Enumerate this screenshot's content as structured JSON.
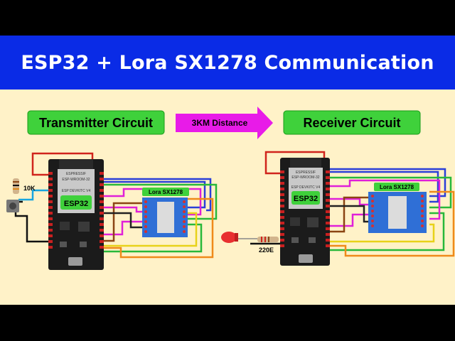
{
  "title": "ESP32 + Lora SX1278 Communication",
  "transmitter": {
    "heading": "Transmitter Circuit",
    "esp_name": "ESP32",
    "module_label": "Lora SX1278",
    "resistor_label": "10K",
    "chip_lines": [
      "ESPRESSIF",
      "ESP-WROOM-32",
      "ESP DEVKITC V4"
    ]
  },
  "link": {
    "label": "3KM Distance"
  },
  "receiver": {
    "heading": "Receiver Circuit",
    "esp_name": "ESP32",
    "module_label": "Lora SX1278",
    "resistor_label": "220E",
    "chip_lines": [
      "ESPRESSIF",
      "ESP-WROOM-32",
      "ESP DEVKITC V4"
    ]
  },
  "colors": {
    "title_band": "#0a2be6",
    "background": "#fff2c8",
    "heading_box": "#3fd13b",
    "arrow": "#e81be8",
    "board": "#1b1b1b",
    "lora_module": "#2f6fd6"
  }
}
